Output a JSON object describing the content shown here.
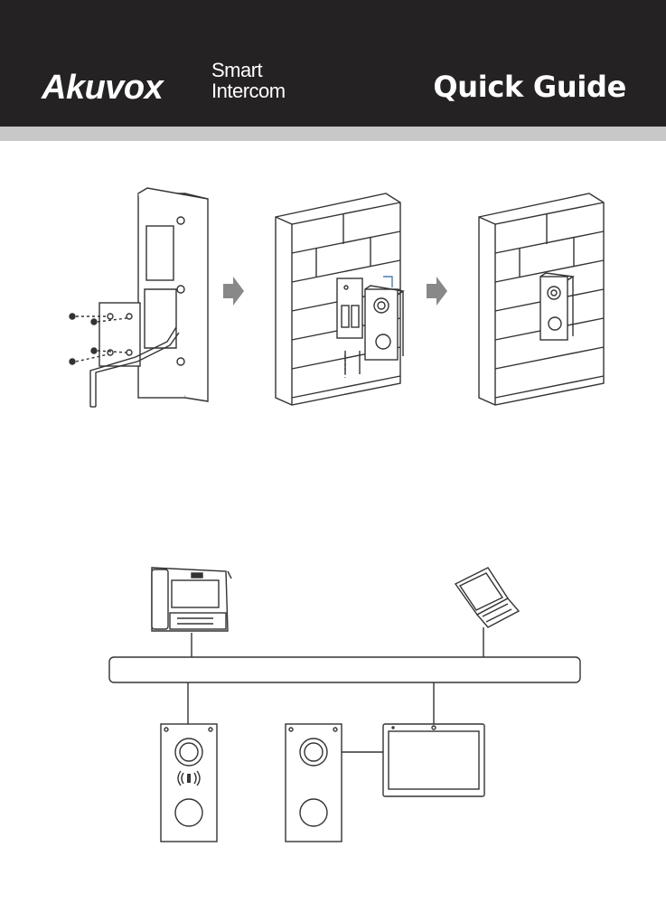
{
  "header": {
    "brand_name": "Akuvox",
    "brand_line1": "Smart",
    "brand_line2": "Intercom",
    "title": "Quick Guide"
  },
  "colors": {
    "header_bg": "#252223",
    "stripe": "#c8c8c8",
    "text_on_dark": "#ffffff",
    "line_art": "#333333",
    "accent_blue": "#4a7fb5"
  },
  "icons": {
    "step_arrow": "arrow-right-icon",
    "nfc": "nfc-icon"
  }
}
